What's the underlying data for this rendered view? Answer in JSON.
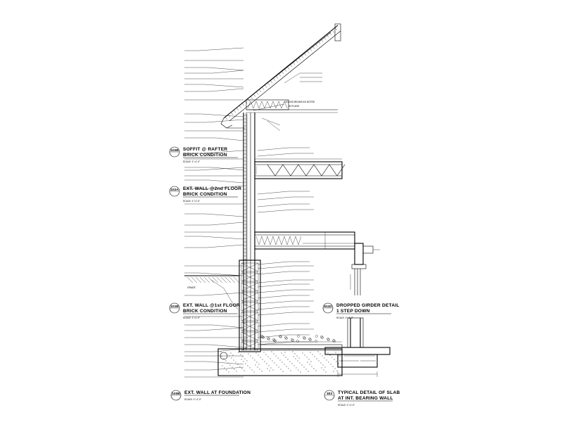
{
  "details": [
    {
      "id": "roof",
      "number": "102B",
      "title_lines": [
        "SOFFIT @ RAFTER",
        "BRICK CONDITION"
      ],
      "scale": "SCALE: 1\"=1'-0\""
    },
    {
      "id": "wall2",
      "number": "102A",
      "title_lines": [
        "EXT. WALL @2nd FLOOR",
        "BRICK CONDITION"
      ],
      "scale": "SCALE: 1\"=1'-0\""
    },
    {
      "id": "wall1",
      "number": "101B",
      "title_lines": [
        "EXT. WALL @1st FLOOR",
        "BRICK CONDITION"
      ],
      "scale": "SCALE: 1\"=1'-0\""
    },
    {
      "id": "found",
      "number": "100B",
      "title_lines": [
        "EXT. WALL AT FOUNDATION"
      ],
      "scale": "SCALE: 1\"=1'-0\""
    },
    {
      "id": "girder",
      "number": "611D",
      "title_lines": [
        "DROPPED GIRDER DETAIL",
        "1 STEP DOWN"
      ],
      "scale": "SCALE: 1\"=1'-0\""
    },
    {
      "id": "slab",
      "number": "303",
      "title_lines": [
        "TYPICAL DETAIL OF SLAB",
        "AT INT. BEARING WALL"
      ],
      "scale": "SCALE: 1\"=1'-0\""
    }
  ],
  "callouts": {
    "ceiling": [
      "CEILING BEAMS AS NOTED",
      "IN PLANS"
    ],
    "grade": "GRADE"
  }
}
